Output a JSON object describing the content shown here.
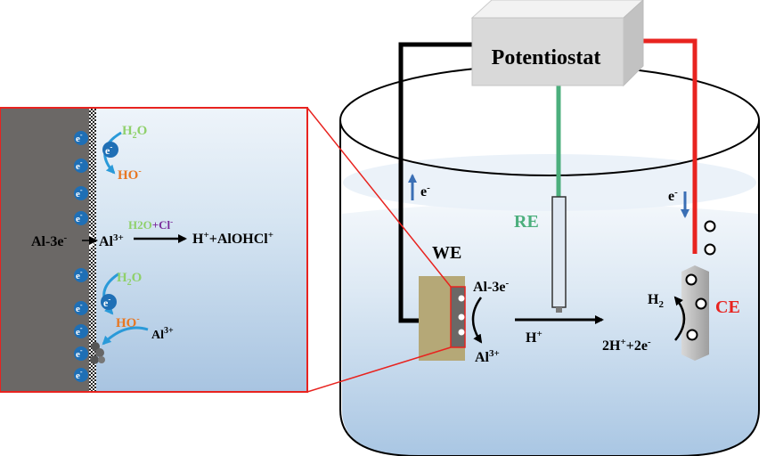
{
  "instrument": {
    "label": "Potentiostat"
  },
  "electrodes": {
    "we": "WE",
    "re": "RE",
    "ce": "CE"
  },
  "cell": {
    "electron_left": "e",
    "electron_right": "e",
    "proton": "H",
    "we_reaction_top": "Al-3e",
    "we_reaction_bottom": "Al",
    "ce_reaction": "2H",
    "ce_reaction_tail": "+2e",
    "ce_gas": "H",
    "ce_gas_sub": "2"
  },
  "zoom": {
    "electron": "e",
    "water_1": "H",
    "water_1_sub": "2",
    "water_1_tail": "O",
    "hydroxide_1": "HO",
    "water_2": "H",
    "water_2_sub": "2",
    "water_2_tail": "O",
    "hydroxide_2": "HO",
    "oxidation": "Al-3e",
    "al_ion": "Al",
    "reagent_water": "H2O",
    "reagent_plus": "+",
    "reagent_cl": "Cl",
    "product": "H",
    "product_tail": "+AlOHCl",
    "al_ion_2": "Al"
  },
  "superscripts": {
    "minus": "-",
    "plus": "+",
    "three_plus": "3+"
  },
  "colors": {
    "wire_black": "#000000",
    "wire_red": "#e8231f",
    "wire_green": "#4caf7d",
    "re_label": "#4caf7d",
    "ce_label": "#e8231f",
    "arrow_blue": "#2a9ad9",
    "electron_blue": "#1f6fb5",
    "water_green": "#8fd06a",
    "hydroxide_orange": "#e87722",
    "chloride_purple": "#7a2b9b",
    "electrode_gray": "#6b6866"
  }
}
